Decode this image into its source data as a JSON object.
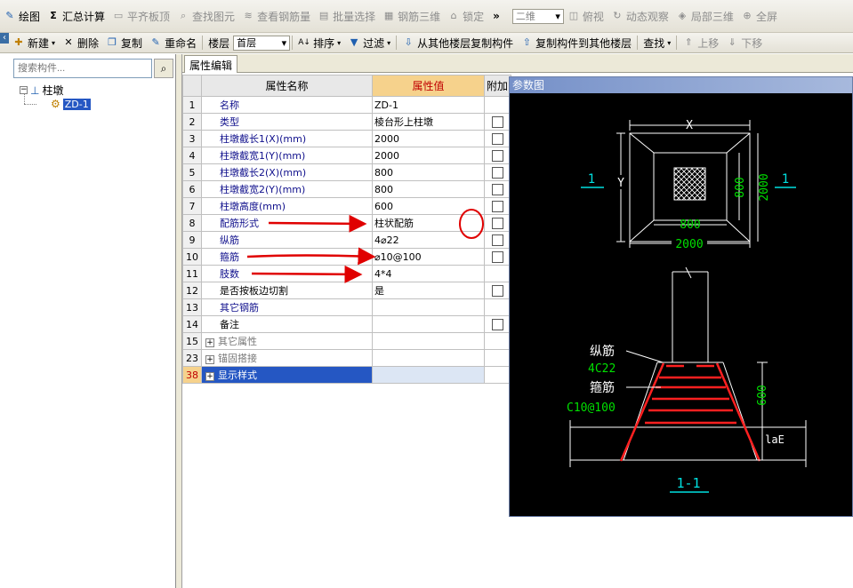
{
  "toolbar1": {
    "items": [
      {
        "label": "绘图",
        "icon": "draw-icon",
        "enabled": true
      },
      {
        "label": "汇总计算",
        "icon": "sigma-icon",
        "enabled": true
      },
      {
        "label": "平齐板顶",
        "icon": "align-slab-icon",
        "enabled": false
      },
      {
        "label": "查找图元",
        "icon": "find-element-icon",
        "enabled": false
      },
      {
        "label": "查看钢筋量",
        "icon": "rebar-quantity-icon",
        "enabled": false
      },
      {
        "label": "批量选择",
        "icon": "batch-select-icon",
        "enabled": false
      },
      {
        "label": "钢筋三维",
        "icon": "rebar-3d-icon",
        "enabled": false
      },
      {
        "label": "锁定",
        "icon": "lock-icon",
        "enabled": false
      }
    ],
    "overflow": "»",
    "view_mode": "二维",
    "view_items": [
      {
        "label": "俯视",
        "icon": "top-view-icon"
      },
      {
        "label": "动态观察",
        "icon": "orbit-icon"
      },
      {
        "label": "局部三维",
        "icon": "local-3d-icon"
      },
      {
        "label": "全屏",
        "icon": "fullscreen-icon"
      }
    ]
  },
  "toolbar2": {
    "new": "新建",
    "delete": "删除",
    "copy": "复制",
    "rename": "重命名",
    "floor_label": "楼层",
    "floor_value": "首层",
    "sort": "排序",
    "filter": "过滤",
    "copy_from_floor": "从其他楼层复制构件",
    "copy_to_floor": "复制构件到其他楼层",
    "find": "查找",
    "move_up": "上移",
    "move_down": "下移"
  },
  "left_panel": {
    "search_placeholder": "搜索构件...",
    "tree_root": "柱墩",
    "tree_child": "ZD-1"
  },
  "tab_label": "属性编辑",
  "grid": {
    "headers": {
      "name": "属性名称",
      "value": "属性值",
      "extra": "附加"
    },
    "rows": [
      {
        "num": "1",
        "name": "名称",
        "value": "ZD-1",
        "checkbox": false,
        "style": "link"
      },
      {
        "num": "2",
        "name": "类型",
        "value": "棱台形上柱墩",
        "checkbox": true,
        "style": "link"
      },
      {
        "num": "3",
        "name": "柱墩截长1(X)(mm)",
        "value": "2000",
        "checkbox": true,
        "style": "link"
      },
      {
        "num": "4",
        "name": "柱墩截宽1(Y)(mm)",
        "value": "2000",
        "checkbox": true,
        "style": "link"
      },
      {
        "num": "5",
        "name": "柱墩截长2(X)(mm)",
        "value": "800",
        "checkbox": true,
        "style": "link"
      },
      {
        "num": "6",
        "name": "柱墩截宽2(Y)(mm)",
        "value": "800",
        "checkbox": true,
        "style": "link"
      },
      {
        "num": "7",
        "name": "柱墩高度(mm)",
        "value": "600",
        "checkbox": true,
        "style": "link"
      },
      {
        "num": "8",
        "name": "配筋形式",
        "value": "柱状配筋",
        "checkbox": true,
        "style": "link"
      },
      {
        "num": "9",
        "name": "纵筋",
        "value": "4⌀22",
        "checkbox": true,
        "style": "link"
      },
      {
        "num": "10",
        "name": "箍筋",
        "value": "⌀10@100",
        "checkbox": true,
        "style": "link"
      },
      {
        "num": "11",
        "name": "肢数",
        "value": "4*4",
        "checkbox": false,
        "style": "link"
      },
      {
        "num": "12",
        "name": "是否按板边切割",
        "value": "是",
        "checkbox": true,
        "style": "plain"
      },
      {
        "num": "13",
        "name": "其它钢筋",
        "value": "",
        "checkbox": false,
        "style": "link"
      },
      {
        "num": "14",
        "name": "备注",
        "value": "",
        "checkbox": true,
        "style": "plain"
      },
      {
        "num": "15",
        "name": "其它属性",
        "value": "",
        "checkbox": false,
        "style": "gray",
        "expand": "+"
      },
      {
        "num": "23",
        "name": "锚固搭接",
        "value": "",
        "checkbox": false,
        "style": "gray",
        "expand": "+"
      },
      {
        "num": "38",
        "name": "显示样式",
        "value": "",
        "checkbox": false,
        "style": "sel",
        "expand": "+"
      }
    ]
  },
  "preview": {
    "title": "参数图",
    "plan": {
      "x_label": "X",
      "y_label": "Y",
      "dim_outer": "2000",
      "dim_inner": "800",
      "section_tag": "1"
    },
    "section": {
      "long_bar_label": "纵筋",
      "long_bar_value": "4C22",
      "stirrup_label": "箍筋",
      "stirrup_value": "C10@100",
      "height_value": "600",
      "anchor_label": "laE",
      "section_title": "1-1"
    },
    "colors": {
      "white": "#ffffff",
      "green": "#00e000",
      "red": "#ff2020",
      "cyan": "#00e0e0"
    }
  },
  "annotation": {
    "color": "#e00000",
    "circle_row": "8",
    "arrow_rows": [
      "8",
      "10",
      "11"
    ]
  }
}
